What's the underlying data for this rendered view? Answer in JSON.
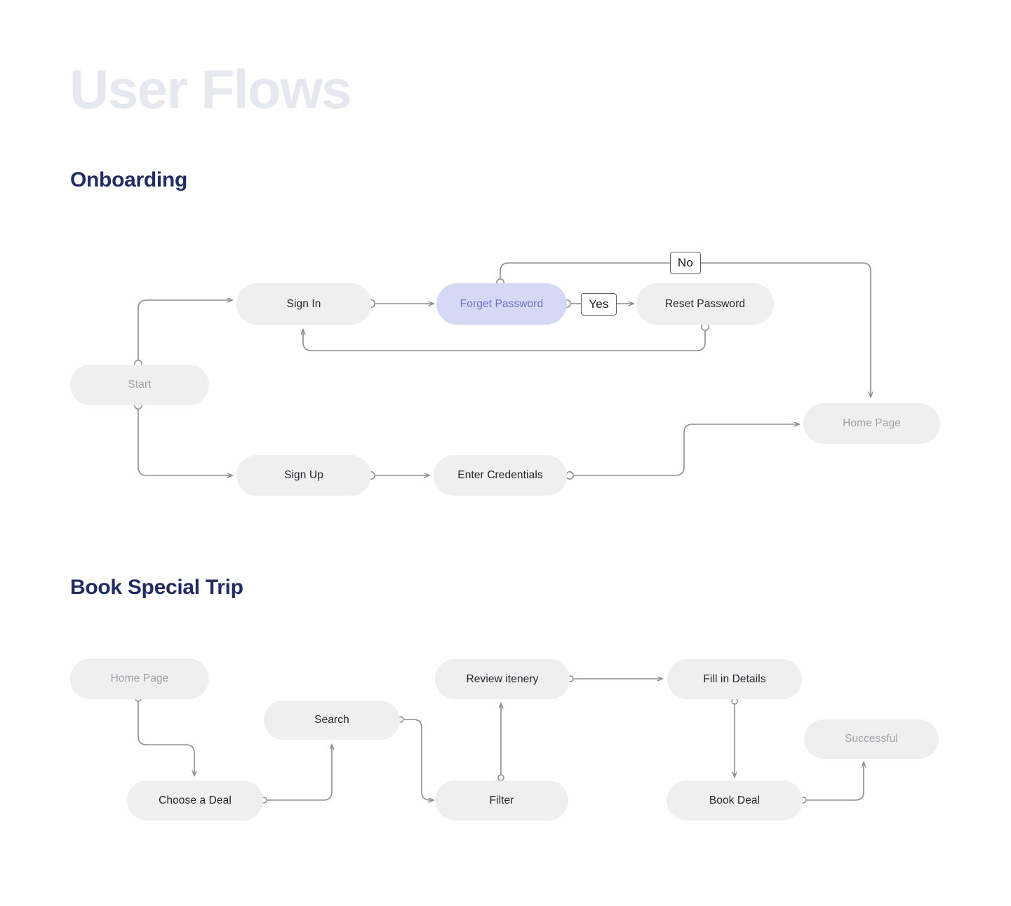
{
  "page": {
    "title": "User Flows",
    "background_color": "#ffffff",
    "title_color": "#e6e8ef",
    "section_title_color": "#232c61",
    "node_fill": "#efefef",
    "node_text": "#22252a",
    "node_muted_text": "#a0a2a8",
    "accent_fill": "#d5d9f4",
    "accent_text": "#6a72c8",
    "edge_color": "#8b8d93"
  },
  "sections": [
    {
      "id": "onboarding",
      "title": "Onboarding",
      "nodes": [
        {
          "id": "start",
          "label": "Start",
          "style": "muted"
        },
        {
          "id": "sign-in",
          "label": "Sign In",
          "style": "default"
        },
        {
          "id": "forget-password",
          "label": "Forget Password",
          "style": "accent"
        },
        {
          "id": "reset-password",
          "label": "Reset Password",
          "style": "default"
        },
        {
          "id": "sign-up",
          "label": "Sign  Up",
          "style": "default"
        },
        {
          "id": "enter-credentials",
          "label": "Enter Credentials",
          "style": "default"
        },
        {
          "id": "home-page",
          "label": "Home Page",
          "style": "muted"
        }
      ],
      "decisions": [
        {
          "id": "no",
          "label": "No"
        },
        {
          "id": "yes",
          "label": "Yes"
        }
      ],
      "edges": [
        {
          "from": "start",
          "to": "sign-in"
        },
        {
          "from": "sign-in",
          "to": "forget-password"
        },
        {
          "from": "forget-password",
          "to": "yes"
        },
        {
          "from": "yes",
          "to": "reset-password"
        },
        {
          "from": "forget-password",
          "to": "no"
        },
        {
          "from": "no",
          "to": "home-page"
        },
        {
          "from": "reset-password",
          "to": "sign-in"
        },
        {
          "from": "start",
          "to": "sign-up"
        },
        {
          "from": "sign-up",
          "to": "enter-credentials"
        },
        {
          "from": "enter-credentials",
          "to": "home-page"
        }
      ]
    },
    {
      "id": "book-special-trip",
      "title": "Book Special Trip",
      "nodes": [
        {
          "id": "home-page-2",
          "label": "Home Page",
          "style": "muted"
        },
        {
          "id": "choose-a-deal",
          "label": "Choose a Deal",
          "style": "default"
        },
        {
          "id": "search",
          "label": "Search",
          "style": "default"
        },
        {
          "id": "filter",
          "label": "Filter",
          "style": "default"
        },
        {
          "id": "review-itenery",
          "label": "Review itenery",
          "style": "default"
        },
        {
          "id": "fill-in-details",
          "label": "Fill in Details",
          "style": "default"
        },
        {
          "id": "book-deal",
          "label": "Book Deal",
          "style": "default"
        },
        {
          "id": "successful",
          "label": "Successful",
          "style": "muted"
        }
      ],
      "decisions": [],
      "edges": [
        {
          "from": "home-page-2",
          "to": "choose-a-deal"
        },
        {
          "from": "choose-a-deal",
          "to": "search"
        },
        {
          "from": "search",
          "to": "filter"
        },
        {
          "from": "filter",
          "to": "review-itenery"
        },
        {
          "from": "review-itenery",
          "to": "fill-in-details"
        },
        {
          "from": "fill-in-details",
          "to": "book-deal"
        },
        {
          "from": "book-deal",
          "to": "successful"
        }
      ]
    }
  ]
}
